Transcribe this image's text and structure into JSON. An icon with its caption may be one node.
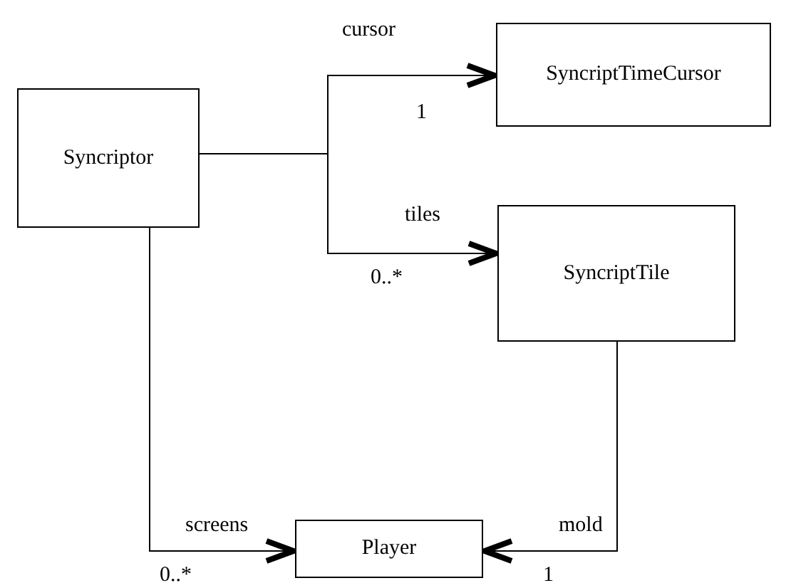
{
  "diagram": {
    "nodes": [
      {
        "text": [
          "Syncriptor"
        ]
      },
      {
        "text": [
          "SyncriptTimeCursor"
        ]
      },
      {
        "text": [
          "SyncriptTile"
        ]
      },
      {
        "text": [
          "Player"
        ]
      }
    ],
    "edges": [
      {
        "from": 0,
        "to": 1,
        "arrow": "to",
        "label": "cursor"
      },
      {
        "from": 0,
        "to": 2,
        "arrow": "to",
        "label": "tiles"
      },
      {
        "from": 0,
        "to": 3,
        "arrow": "to",
        "label": "screens"
      },
      {
        "from": 2,
        "to": 3,
        "arrow": "to",
        "label": "mold"
      }
    ],
    "labels": [
      "1",
      "0..*",
      "0..*",
      "1"
    ]
  }
}
